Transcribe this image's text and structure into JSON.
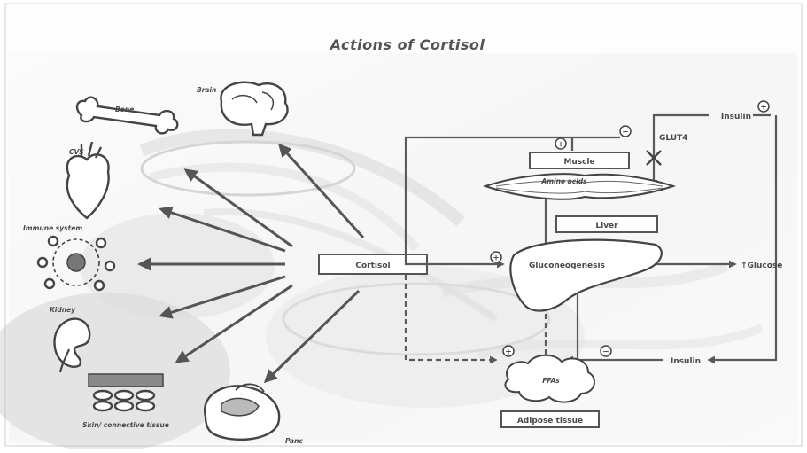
{
  "title": "Actions of Cortisol",
  "center": "Cortisol",
  "targets": {
    "brain": "Brain",
    "bone": "Bone",
    "cvs": "CVS",
    "immune": "Immune system",
    "kidney": "Kidney",
    "skin": "Skin/ connective tissue",
    "pancreas": "Panc"
  },
  "metabolism": {
    "muscle": "Muscle",
    "amino_acids": "Amino acids",
    "liver": "Liver",
    "gluconeogenesis": "Gluconeogenesis",
    "glucose": "↑Glucose",
    "insulin_top": "Insulin",
    "insulin_bottom": "Insulin",
    "glut4": "GLUT4",
    "ffas": "FFAs",
    "adipose": "Adipose tissue",
    "plus": "+",
    "minus": "−"
  }
}
